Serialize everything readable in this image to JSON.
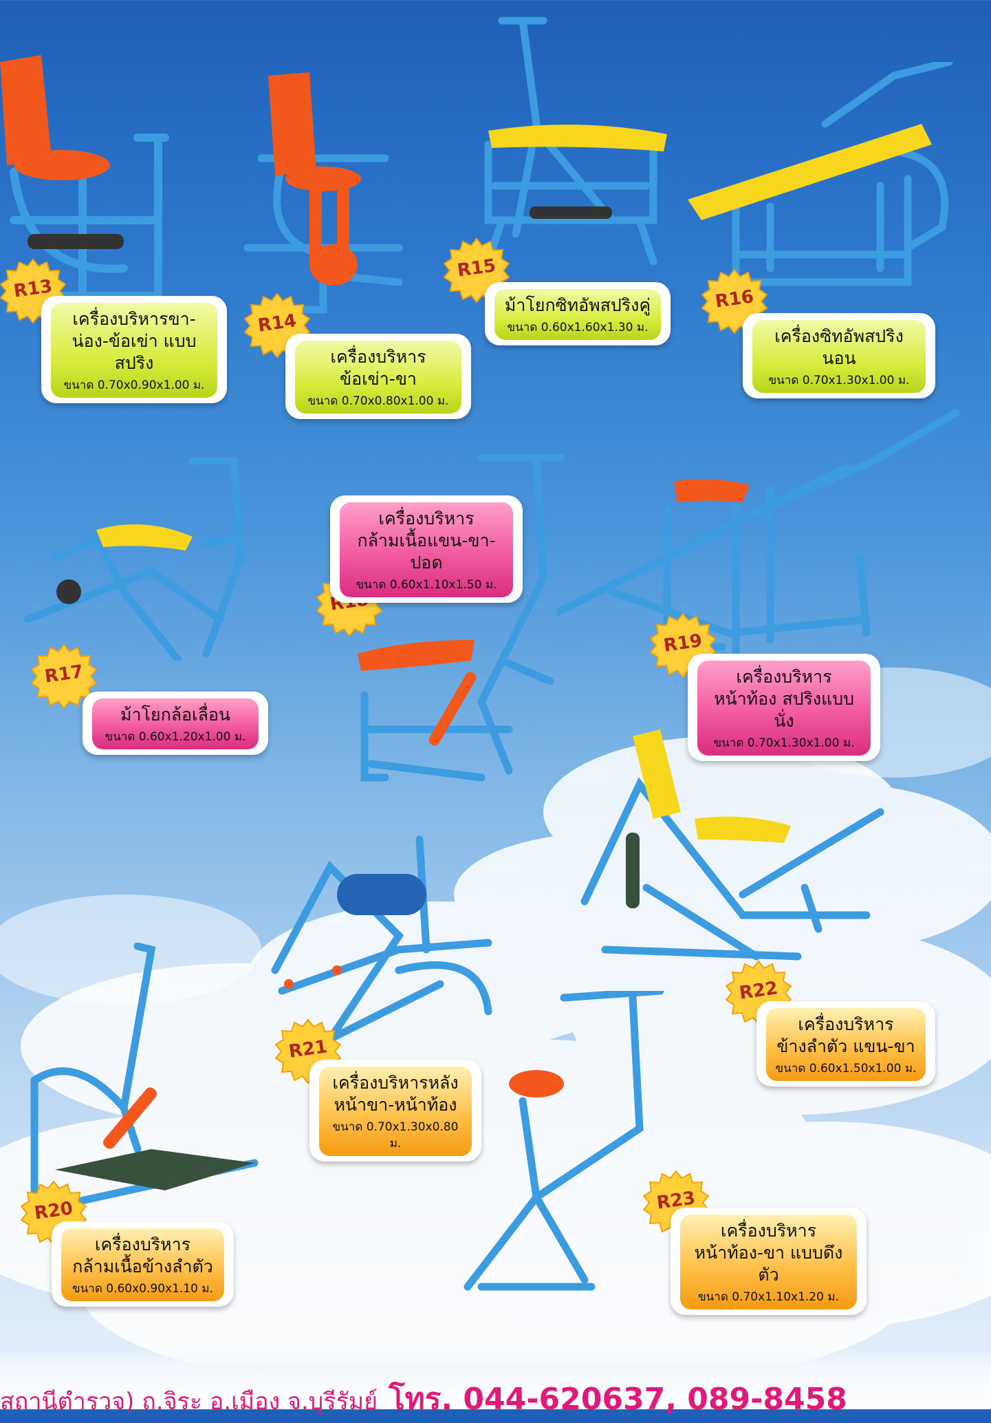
{
  "products": [
    {
      "code": "R13",
      "lines": [
        "เครื่องบริหารขา-",
        "น่อง-ข้อเข่า แบบสปริง"
      ],
      "size": "ขนาด 0.70x0.90x1.00 ม."
    },
    {
      "code": "R14",
      "lines": [
        "เครื่องบริหาร",
        "ข้อเข่า-ขา"
      ],
      "size": "ขนาด 0.70x0.80x1.00 ม."
    },
    {
      "code": "R15",
      "lines": [
        "ม้าโยกซิทอัพสปริงคู่"
      ],
      "size": "ขนาด 0.60x1.60x1.30 ม."
    },
    {
      "code": "R16",
      "lines": [
        "เครื่องซิทอัพสปริงนอน"
      ],
      "size": "ขนาด 0.70x1.30x1.00 ม."
    },
    {
      "code": "R17",
      "lines": [
        "ม้าโยกล้อเลื่อน"
      ],
      "size": "ขนาด 0.60x1.20x1.00 ม."
    },
    {
      "code": "R18",
      "lines": [
        "เครื่องบริหาร",
        "กล้ามเนื้อแขน-ขา-ปอด"
      ],
      "size": "ขนาด 0.60x1.10x1.50 ม."
    },
    {
      "code": "R19",
      "lines": [
        "เครื่องบริหาร",
        "หน้าท้อง สปริงแบบนั่ง"
      ],
      "size": "ขนาด 0.70x1.30x1.00 ม."
    },
    {
      "code": "R20",
      "lines": [
        "เครื่องบริหาร",
        "กล้ามเนื้อข้างลำตัว"
      ],
      "size": "ขนาด 0.60x0.90x1.10 ม."
    },
    {
      "code": "R21",
      "lines": [
        "เครื่องบริหารหลัง",
        "หน้าขา-หน้าท้อง"
      ],
      "size": "ขนาด 0.70x1.30x0.80 ม."
    },
    {
      "code": "R22",
      "lines": [
        "เครื่องบริหาร",
        "ข้างลำตัว แขน-ขา"
      ],
      "size": "ขนาด 0.60x1.50x1.00 ม."
    },
    {
      "code": "R23",
      "lines": [
        "เครื่องบริหาร",
        "หน้าท้อง-ขา แบบดึงตัว"
      ],
      "size": "ขนาด 0.70x1.10x1.20 ม."
    }
  ],
  "footer": {
    "address": "สถานีตำรวจ) ถ.จิระ อ.เมือง จ.บุรีรัมย์",
    "phone": "โทร. 044-620637, 089-8458"
  },
  "colors": {
    "frame": "#3d9be0",
    "frame_dark": "#1f6fb8",
    "seat_orange": "#f2571c",
    "seat_yellow": "#f7d61e",
    "badge_text": "#b0271a",
    "footer_text": "#e0197a"
  }
}
